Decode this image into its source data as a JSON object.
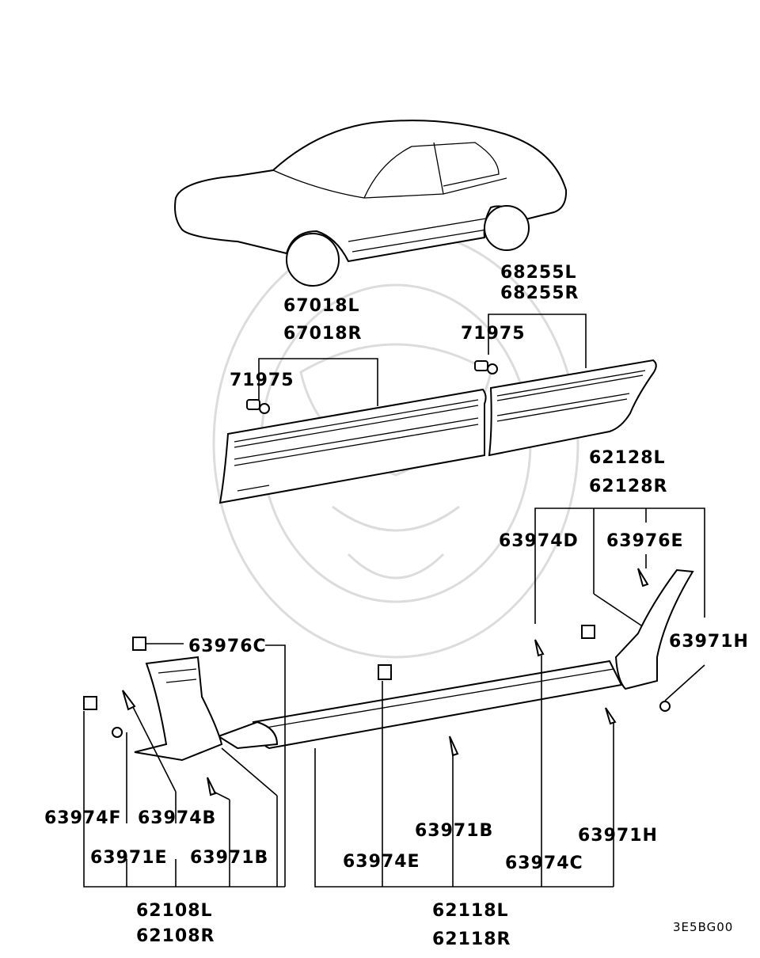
{
  "diagram_code": "3E5BG00",
  "labels": {
    "door_front": [
      "67018L",
      "67018R"
    ],
    "door_rear": [
      "68255L",
      "68255R"
    ],
    "clip_front": "71975",
    "clip_rear": "71975",
    "sill_rear_ext": [
      "62128L",
      "62128R"
    ],
    "sill_main": [
      "62118L",
      "62118R"
    ],
    "sill_front": [
      "62108L",
      "62108R"
    ],
    "c_63974D": "63974D",
    "c_63976E": "63976E",
    "c_63971H_top": "63971H",
    "c_63976C": "63976C",
    "c_63974F": "63974F",
    "c_63974B": "63974B",
    "c_63971E": "63971E",
    "c_63971B_left": "63971B",
    "c_63971B_mid": "63971B",
    "c_63974E": "63974E",
    "c_63974C": "63974C",
    "c_63971H_bot": "63971H"
  }
}
